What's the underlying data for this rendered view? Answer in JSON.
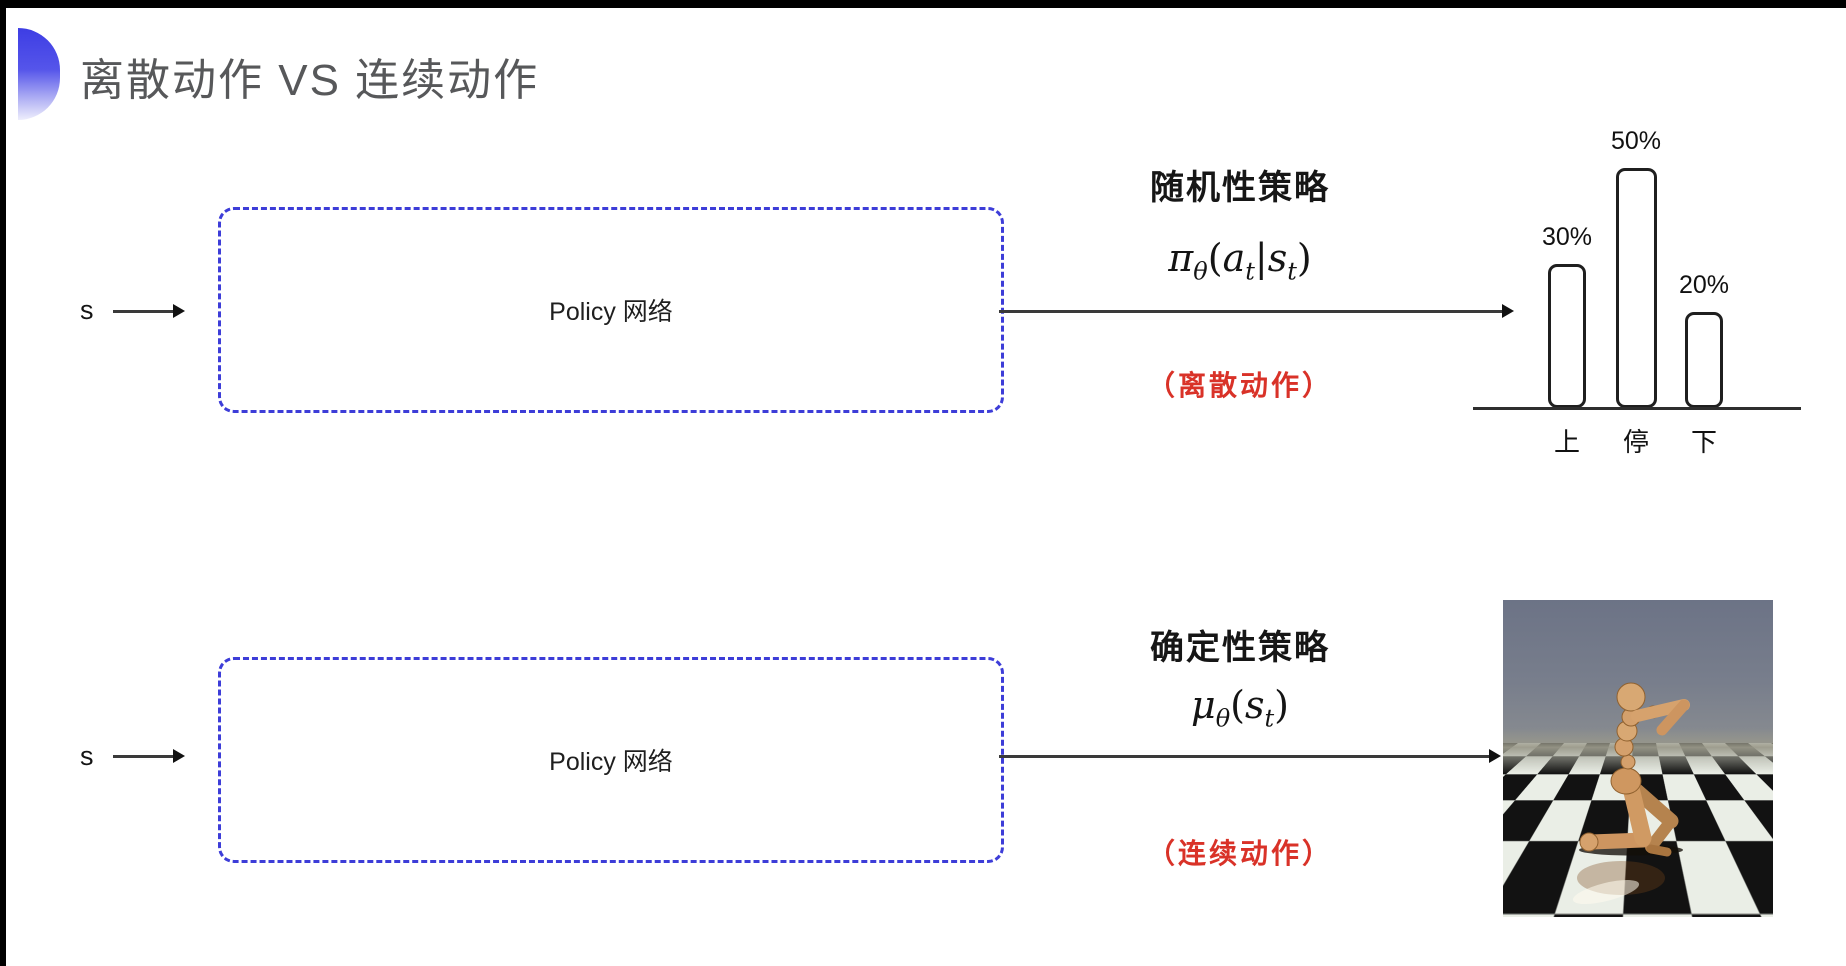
{
  "slide": {
    "title": "离散动作 VS 连续动作",
    "colors": {
      "accent_blue": "#3d3dd8",
      "note_red": "#d93228",
      "title_gray": "#57585a"
    }
  },
  "top_flow": {
    "input_label": "s",
    "box_label": "Policy 网络",
    "policy_name": "随机性策略",
    "formula": {
      "head": "π",
      "head_sub": "θ",
      "open": "(",
      "arg1": "a",
      "arg1_sub": "t",
      "pipe": "|",
      "arg2": "s",
      "arg2_sub": "t",
      "close": ")"
    },
    "note": "（离散动作）"
  },
  "bottom_flow": {
    "input_label": "s",
    "box_label": "Policy 网络",
    "policy_name": "确定性策略",
    "formula": {
      "head": "μ",
      "head_sub": "θ",
      "open": "(",
      "arg1": "s",
      "arg1_sub": "t",
      "close": ")"
    },
    "note": "（连续动作）"
  },
  "chart_data": {
    "type": "bar",
    "categories": [
      "上",
      "停",
      "下"
    ],
    "values": [
      30,
      50,
      20
    ],
    "value_labels": [
      "30%",
      "50%",
      "20%"
    ],
    "title": "",
    "xlabel": "",
    "ylabel": "",
    "ylim": [
      0,
      55
    ],
    "grid": false,
    "legend": false,
    "bar_style": {
      "fill": "#ffffff",
      "border": "#1f1f1f",
      "rounded": true
    }
  },
  "robot_scene": {
    "sky_color": "#747b8b",
    "floor_light": "#eaeee6",
    "floor_dark": "#121212",
    "robot_color": "#d29a66"
  }
}
